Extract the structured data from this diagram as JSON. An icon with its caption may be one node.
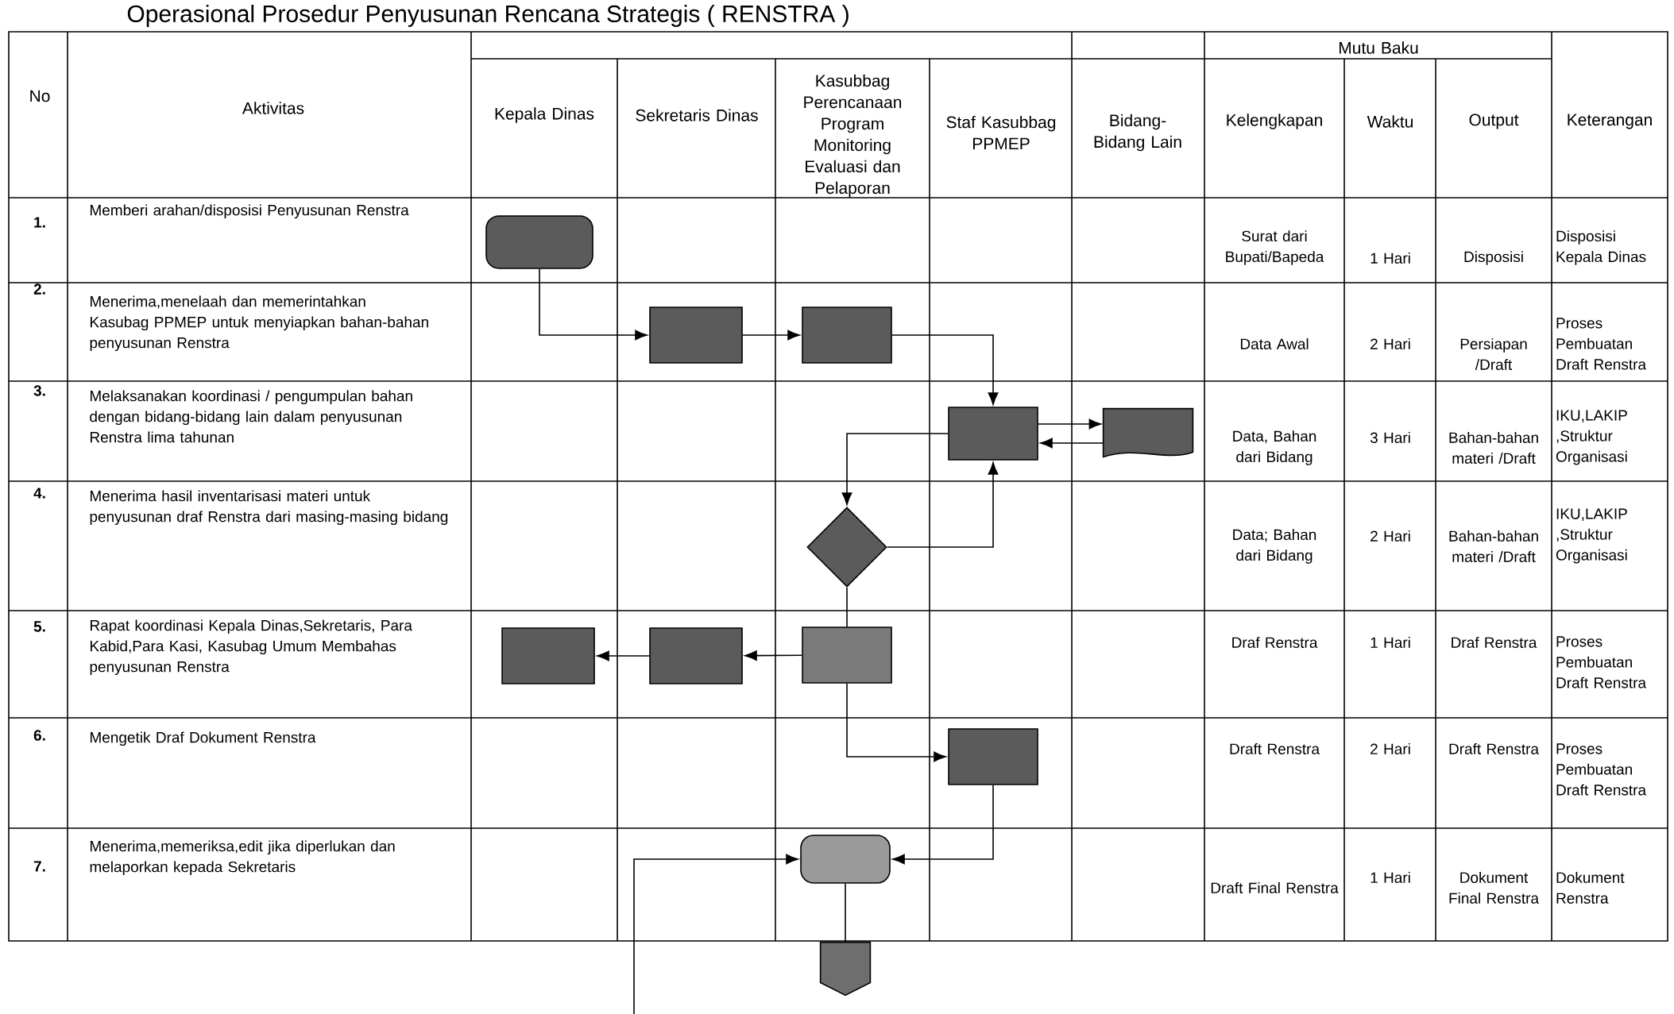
{
  "diagram": {
    "title": "Operasional Prosedur Penyusunan Rencana Strategis ( RENSTRA )",
    "nodes": [
      {
        "text": [],
        "shape": "box"
      },
      {
        "text": [],
        "shape": "box"
      },
      {
        "text": [],
        "shape": "box"
      },
      {
        "text": [],
        "shape": "box"
      },
      {
        "text": [],
        "shape": "document"
      },
      {
        "text": [],
        "shape": "diamond"
      },
      {
        "text": [],
        "shape": "box"
      },
      {
        "text": [],
        "shape": "box"
      },
      {
        "text": [],
        "shape": "box"
      },
      {
        "text": [],
        "shape": "box"
      },
      {
        "text": [],
        "shape": "box"
      },
      {
        "text": [],
        "shape": "pentagon"
      }
    ],
    "edges": [
      {
        "from": 0,
        "to": 1,
        "arrow": "to"
      },
      {
        "from": 1,
        "to": 2,
        "arrow": "to"
      },
      {
        "from": 2,
        "to": 3,
        "arrow": "to"
      },
      {
        "from": 3,
        "to": 4,
        "arrow": "to"
      },
      {
        "from": 4,
        "to": 3,
        "arrow": "to"
      },
      {
        "from": 3,
        "to": 5,
        "arrow": "to"
      },
      {
        "from": 5,
        "to": 3,
        "arrow": "to"
      },
      {
        "from": 5,
        "to": 6,
        "arrow": "none"
      },
      {
        "from": 6,
        "to": 7,
        "arrow": "to"
      },
      {
        "from": 7,
        "to": 8,
        "arrow": "to"
      },
      {
        "from": 6,
        "to": 9,
        "arrow": "to"
      },
      {
        "from": 9,
        "to": 10,
        "arrow": "to"
      },
      {
        "from": 10,
        "to": 11,
        "arrow": "none"
      },
      {
        "from": null,
        "to": 10,
        "arrow": "to"
      }
    ],
    "labels": [
      "No",
      "Aktivitas",
      "Kepala Dinas",
      "Sekretaris Dinas",
      "Kasubbag Perencanaan Program Monitoring Evaluasi dan Pelaporan",
      "Staf Kasubbag PPMEP",
      "Bidang-Bidang Lain",
      "Mutu Baku",
      "Kelengkapan",
      "Waktu",
      "Output",
      "Keterangan",
      "1.",
      "Memberi arahan/disposisi Penyusunan Renstra",
      "Surat dari Bupati/Bapeda",
      "1 Hari",
      "Disposisi",
      "Disposisi Kepala Dinas",
      "2.",
      "Menerima,menelaah dan memerintahkan Kasubag PPMEP untuk menyiapkan bahan-bahan penyusunan Renstra",
      "Data Awal",
      "2 Hari",
      "Persiapan /Draft",
      "Proses Pembuatan Draft Renstra",
      "3.",
      "Melaksanakan koordinasi / pengumpulan bahan dengan bidang-bidang lain dalam penyusunan Renstra lima tahunan",
      "Data, Bahan dari Bidang",
      "3 Hari",
      "Bahan-bahan materi /Draft",
      "IKU,LAKIP ,Struktur Organisasi",
      "4.",
      "Menerima hasil inventarisasi materi untuk penyusunan draf Renstra dari masing-masing bidang",
      "Data; Bahan dari Bidang",
      "2 Hari",
      "Bahan-bahan materi /Draft",
      "IKU,LAKIP ,Struktur Organisasi",
      "5.",
      "Rapat koordinasi Kepala Dinas,Sekretaris, Para Kabid,Para Kasi, Kasubag Umum Membahas penyusunan Renstra",
      "Draf Renstra",
      "1 Hari",
      "Draf Renstra",
      "Proses Pembuatan Draft Renstra",
      "6.",
      "Mengetik Draf Dokument Renstra",
      "Draft Renstra",
      "2 Hari",
      "Draft Renstra",
      "Proses Pembuatan Draft Renstra",
      "7.",
      "Menerima,memeriksa,edit jika diperlukan dan melaporkan kepada Sekretaris",
      "Draft Final Renstra",
      "1 Hari",
      "Dokument Final Renstra",
      "Dokument Renstra"
    ]
  }
}
